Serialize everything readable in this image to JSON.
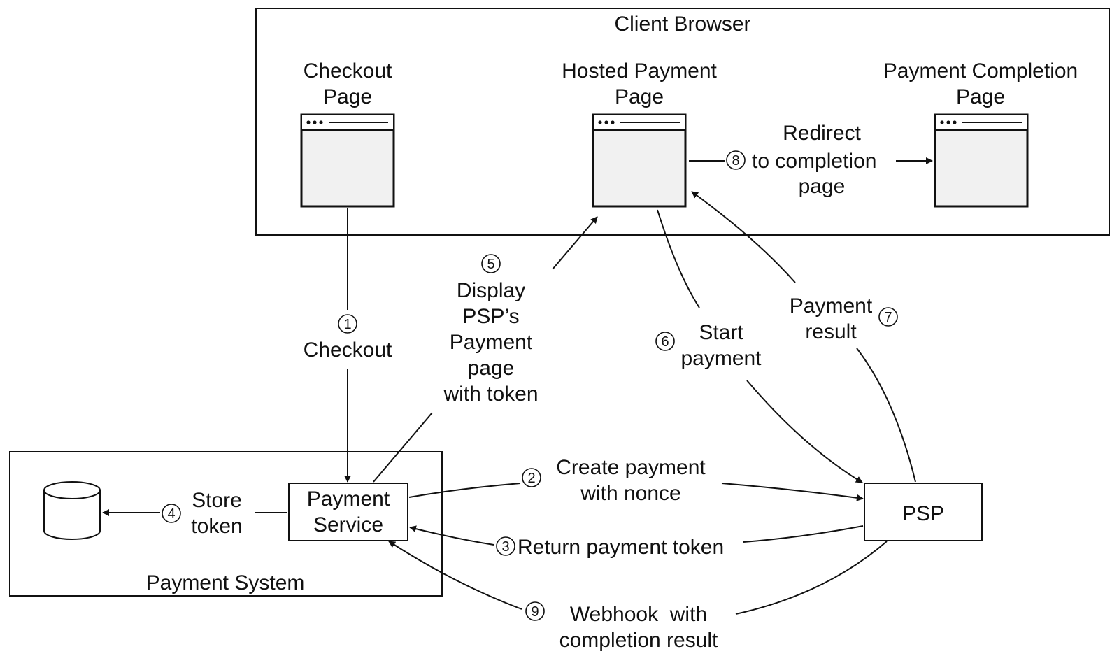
{
  "client_browser": {
    "title": "Client Browser",
    "checkout_page": [
      "Checkout",
      "Page"
    ],
    "hosted_payment_page": [
      "Hosted Payment",
      "Page"
    ],
    "completion_page": [
      "Payment Completion",
      "Page"
    ]
  },
  "payment_system": {
    "title": "Payment System",
    "payment_service": [
      "Payment",
      "Service"
    ]
  },
  "psp": {
    "label": "PSP"
  },
  "steps": {
    "s1": {
      "num": "1",
      "label": [
        "Checkout"
      ]
    },
    "s2": {
      "num": "2",
      "label": [
        "Create payment",
        "with nonce"
      ]
    },
    "s3": {
      "num": "3",
      "label": [
        "Return payment token"
      ]
    },
    "s4": {
      "num": "4",
      "label": [
        "Store",
        "token"
      ]
    },
    "s5": {
      "num": "5",
      "label": [
        "Display",
        "PSP’s",
        "Payment",
        "page",
        "with token"
      ]
    },
    "s6": {
      "num": "6",
      "label": [
        "Start",
        "payment"
      ]
    },
    "s7": {
      "num": "7",
      "label": [
        "Payment",
        "result"
      ]
    },
    "s8": {
      "num": "8",
      "label": [
        "Redirect",
        "to completion",
        "page"
      ]
    },
    "s9": {
      "num": "9",
      "label": [
        "Webhook  with",
        "completion result"
      ]
    }
  }
}
